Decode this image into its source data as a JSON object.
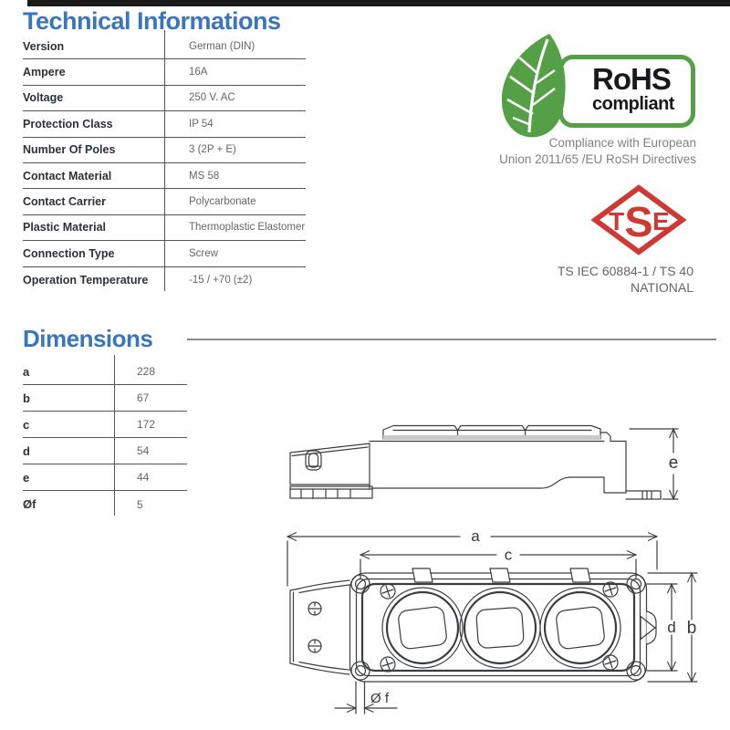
{
  "colors": {
    "accent_blue": "#3a76b8",
    "rohs_green": "#55a046",
    "tse_red": "#cd3a35",
    "line_gray": "#53575b"
  },
  "tech_section": {
    "title": "Technical Informations",
    "rows": [
      {
        "label": "Version",
        "value": "German (DIN)"
      },
      {
        "label": "Ampere",
        "value": "16A"
      },
      {
        "label": "Voltage",
        "value": "250 V. AC"
      },
      {
        "label": "Protection Class",
        "value": "IP 54"
      },
      {
        "label": "Number Of Poles",
        "value": "3 (2P + E)"
      },
      {
        "label": "Contact Material",
        "value": "MS 58"
      },
      {
        "label": "Contact Carrier",
        "value": "Polycarbonate"
      },
      {
        "label": "Plastic Material",
        "value": "Thermoplastic Elastomer"
      },
      {
        "label": "Connection Type",
        "value": "Screw"
      },
      {
        "label": "Operation Temperature",
        "value": "-15 / +70 (±2)"
      }
    ]
  },
  "rohs_logo": {
    "title": "RoHS",
    "subtitle": "compliant",
    "caption_line1": "Compliance with European",
    "caption_line2": "Union 2011/65 /EU RoSH Directives"
  },
  "tse_logo": {
    "letter_t": "T",
    "letter_s": "S",
    "letter_e": "E",
    "caption_line1": "TS IEC 60884-1 / TS 40",
    "caption_line2": "NATIONAL"
  },
  "dimensions_section": {
    "title": "Dimensions",
    "rows": [
      {
        "label": "a",
        "value": "228"
      },
      {
        "label": "b",
        "value": "67"
      },
      {
        "label": "c",
        "value": "172"
      },
      {
        "label": "d",
        "value": "54"
      },
      {
        "label": "e",
        "value": "44"
      },
      {
        "label": "Øf",
        "value": "5"
      }
    ]
  },
  "drawings": {
    "labels": {
      "a": "a",
      "b": "b",
      "c": "c",
      "d": "d",
      "e": "e",
      "f": "Ø f"
    }
  }
}
